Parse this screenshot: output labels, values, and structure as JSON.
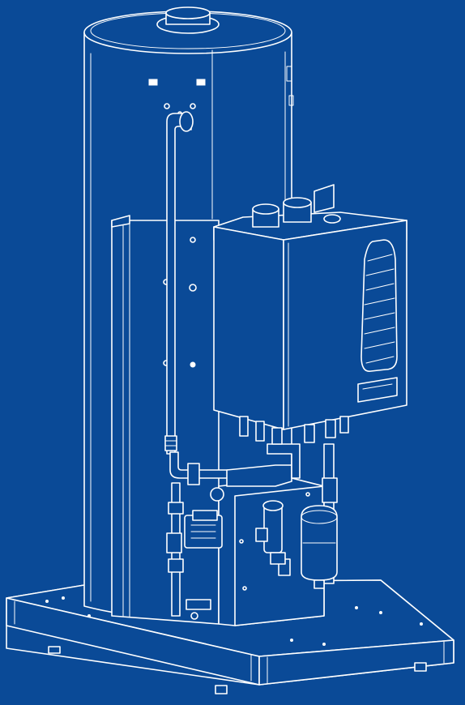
{
  "illustration": {
    "background_color": "#0a4a97",
    "line_color": "#ffffff",
    "parts": [
      "storage-cylinder",
      "boiler-unit",
      "expansion-vessel",
      "circulation-pump",
      "flow-pipe",
      "base-frame"
    ]
  }
}
